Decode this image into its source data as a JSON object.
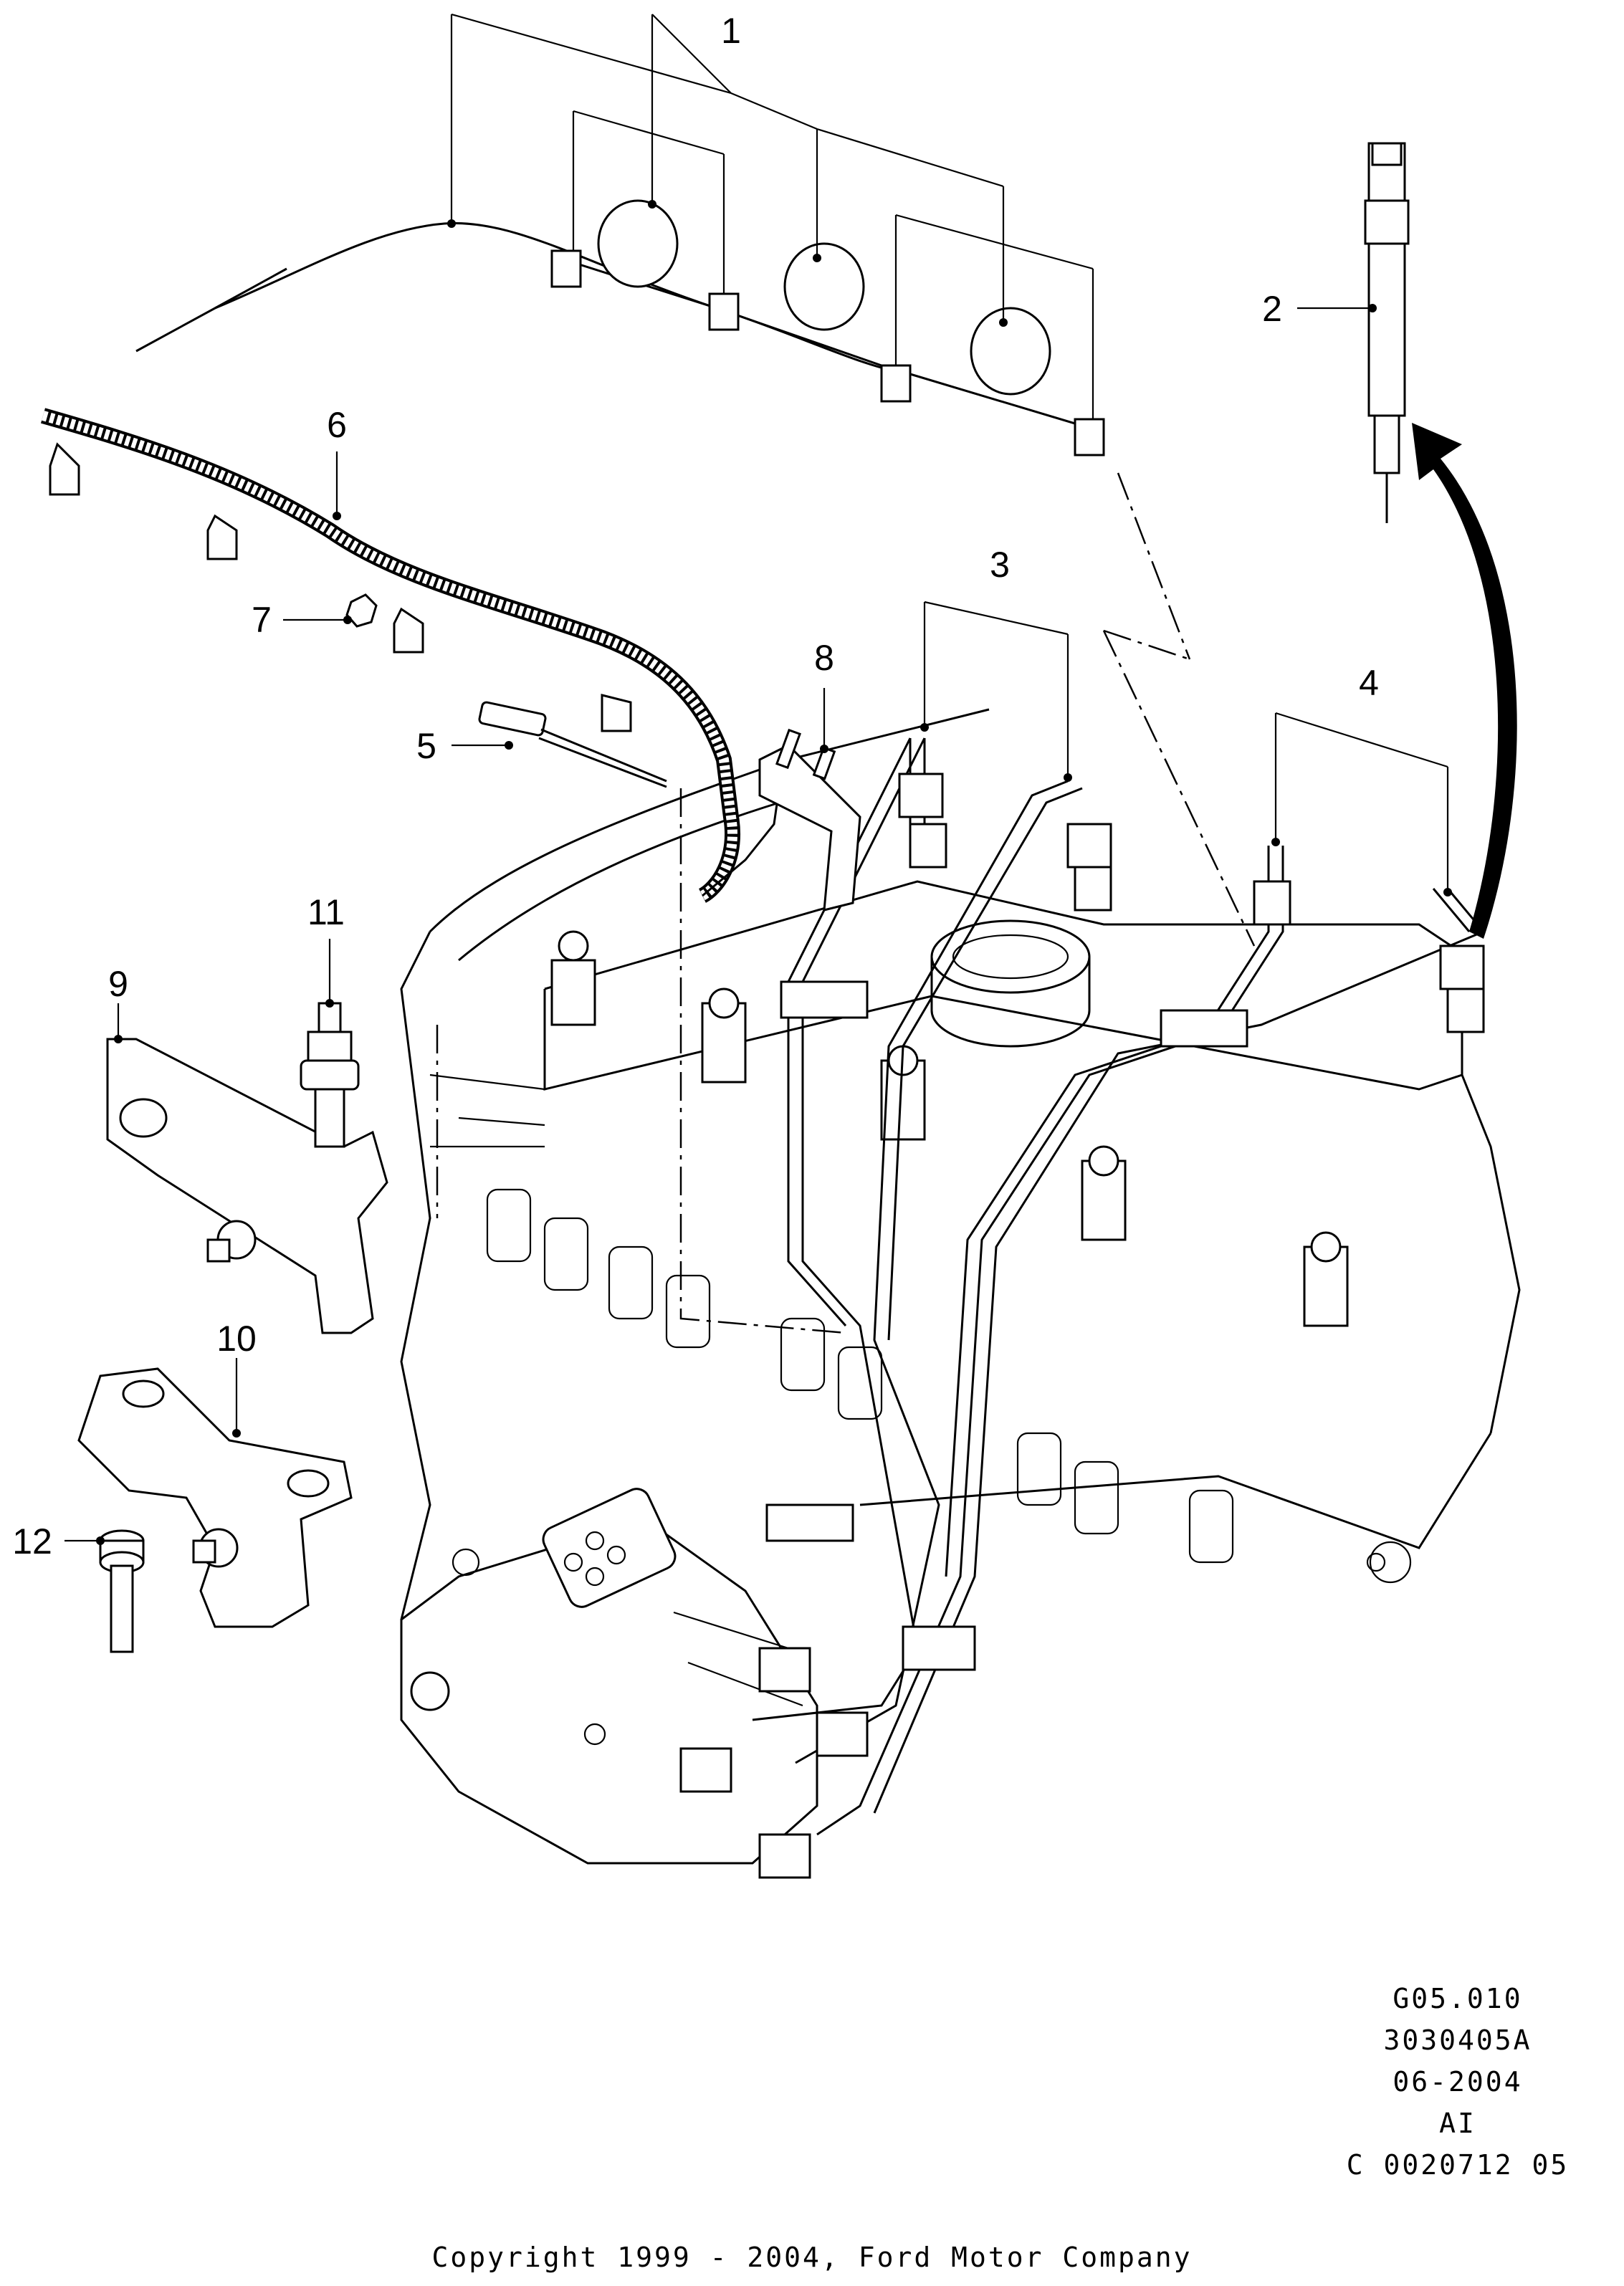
{
  "callouts": [
    "1",
    "2",
    "3",
    "4",
    "5",
    "6",
    "7",
    "8",
    "9",
    "10",
    "11",
    "12"
  ],
  "drawing_info": {
    "line1": "G05.010",
    "line2": "3030405A",
    "line3": "06-2004",
    "line4": "AI",
    "line5": "C 0020712 05"
  },
  "copyright": "Copyright 1999 - 2004, Ford Motor Company"
}
